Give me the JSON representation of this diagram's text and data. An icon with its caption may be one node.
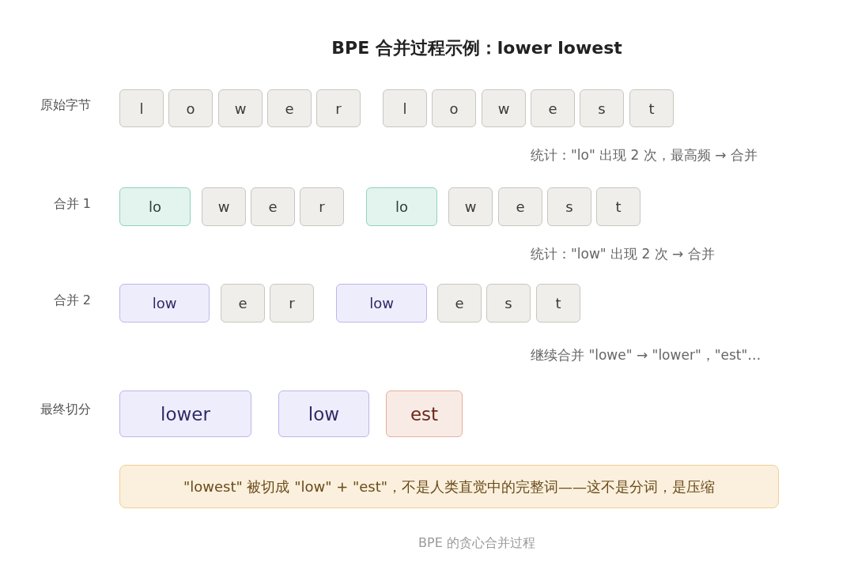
{
  "diagram": {
    "title": "BPE 合并过程示例：lower lowest",
    "caption": "BPE 的贪心合并过程",
    "nodes": [
      {
        "text": [
          "l"
        ]
      },
      {
        "text": [
          "o"
        ]
      },
      {
        "text": [
          "w"
        ]
      },
      {
        "text": [
          "e"
        ]
      },
      {
        "text": [
          "r"
        ]
      },
      {
        "text": [
          "l"
        ]
      },
      {
        "text": [
          "o"
        ]
      },
      {
        "text": [
          "w"
        ]
      },
      {
        "text": [
          "e"
        ]
      },
      {
        "text": [
          "s"
        ]
      },
      {
        "text": [
          "t"
        ]
      },
      {
        "text": [
          "lo"
        ]
      },
      {
        "text": [
          "w"
        ]
      },
      {
        "text": [
          "e"
        ]
      },
      {
        "text": [
          "r"
        ]
      },
      {
        "text": [
          "lo"
        ]
      },
      {
        "text": [
          "w"
        ]
      },
      {
        "text": [
          "e"
        ]
      },
      {
        "text": [
          "s"
        ]
      },
      {
        "text": [
          "t"
        ]
      },
      {
        "text": [
          "low"
        ]
      },
      {
        "text": [
          "e"
        ]
      },
      {
        "text": [
          "r"
        ]
      },
      {
        "text": [
          "low"
        ]
      },
      {
        "text": [
          "e"
        ]
      },
      {
        "text": [
          "s"
        ]
      },
      {
        "text": [
          "t"
        ]
      },
      {
        "text": [
          "lower"
        ]
      },
      {
        "text": [
          "low"
        ]
      },
      {
        "text": [
          "est"
        ]
      },
      {
        "text": [
          "\"lowest\" 被切成 \"low\" + \"est\"，不是人类直觉中的完整词——这不是分词，是压缩"
        ]
      }
    ],
    "labels": [
      "原始字节",
      "统计：\"lo\" 出现 2 次，最高频 → 合并",
      "合并 1",
      "统计：\"low\" 出现 2 次 → 合并",
      "合并 2",
      "继续合并 \"lowe\" → \"lower\"，\"est\"…",
      "最终切分"
    ]
  }
}
